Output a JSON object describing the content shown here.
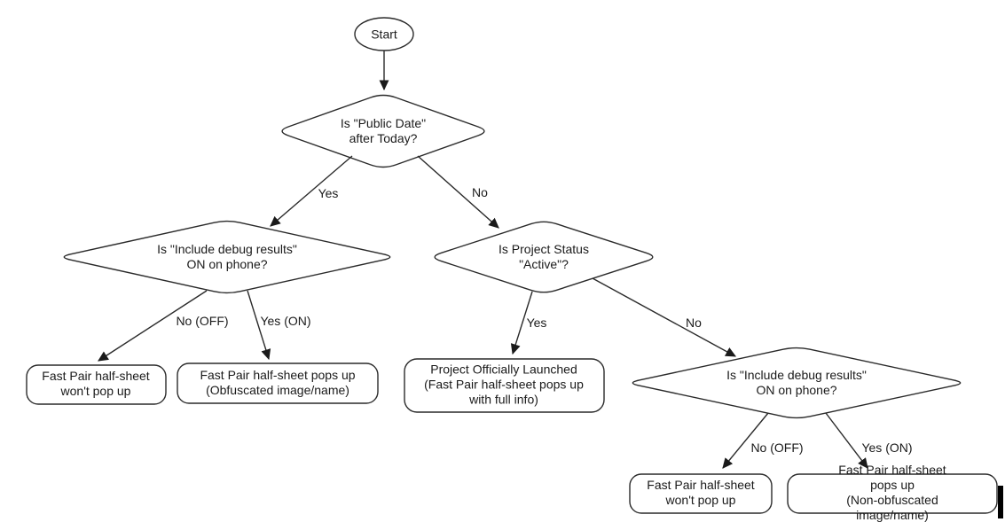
{
  "diagram": {
    "nodes": {
      "start": {
        "label": "Start",
        "type": "terminator"
      },
      "q_public_date": {
        "label": "Is \"Public Date\"\nafter Today?",
        "type": "decision"
      },
      "q_debug_left": {
        "label": "Is \"Include debug results\"\nON on phone?",
        "type": "decision"
      },
      "q_project_status": {
        "label": "Is Project Status\n\"Active\"?",
        "type": "decision"
      },
      "q_debug_right": {
        "label": "Is \"Include debug results\"\nON on phone?",
        "type": "decision"
      },
      "r_no_popup_left": {
        "label": "Fast Pair half-sheet\nwon't pop up",
        "type": "result"
      },
      "r_obfuscated": {
        "label": "Fast Pair half-sheet pops up\n(Obfuscated image/name)",
        "type": "result"
      },
      "r_launched": {
        "label": "Project Officially Launched\n(Fast Pair half-sheet pops up\nwith full info)",
        "type": "result"
      },
      "r_no_popup_right": {
        "label": "Fast Pair half-sheet\nwon't pop up",
        "type": "result"
      },
      "r_non_obfuscated": {
        "label": "Fast Pair half-sheet pops up\n(Non-obfuscated image/name)",
        "type": "result"
      }
    },
    "edge_labels": {
      "public_date_yes": "Yes",
      "public_date_no": "No",
      "debug_left_no": "No (OFF)",
      "debug_left_yes": "Yes (ON)",
      "project_status_yes": "Yes",
      "project_status_no": "No",
      "debug_right_no": "No (OFF)",
      "debug_right_yes": "Yes (ON)"
    },
    "colors": {
      "stroke": "#2a2a2a",
      "text": "#1a1a1a",
      "background": "#ffffff",
      "text_cursor": "#000000"
    }
  }
}
